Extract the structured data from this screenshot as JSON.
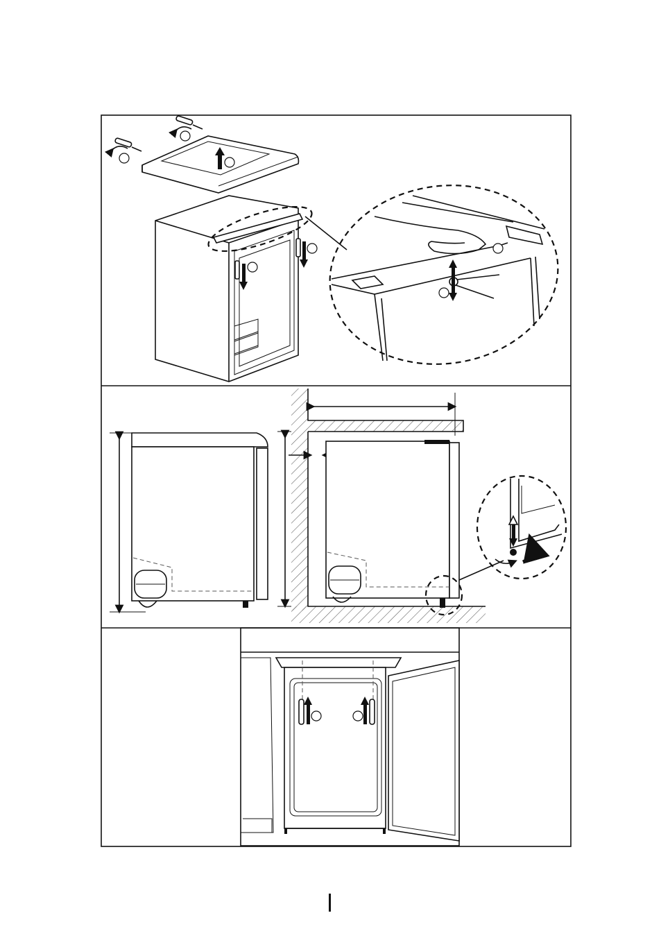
{
  "figure": {
    "panels": [
      "step-remove-top",
      "step-dimensions",
      "step-fix-door"
    ],
    "colors": {
      "line": "#111111",
      "background": "#ffffff",
      "hatch": "#666666"
    }
  }
}
